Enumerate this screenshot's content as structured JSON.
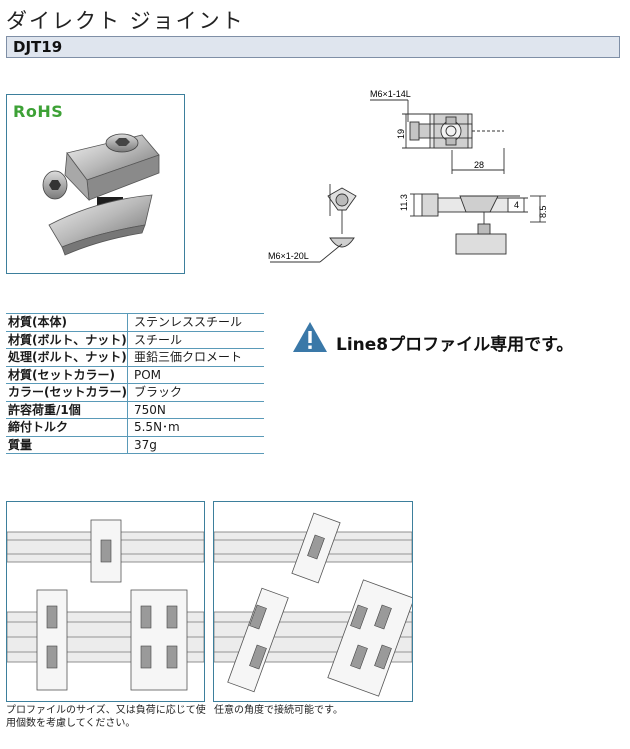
{
  "header": {
    "title": "ダイレクト ジョイント",
    "code": "DJT19"
  },
  "photo": {
    "badge": "RoHS"
  },
  "drawing": {
    "dims": {
      "bolt_top": "M6×1-14L",
      "height_19": "19",
      "width_28": "28",
      "height_11_3": "11.3",
      "dim_4": "4",
      "dim_8_5": "8.5",
      "bolt_bottom": "M6×1-20L"
    }
  },
  "specs": [
    {
      "label": "材質(本体)",
      "value": "ステンレススチール"
    },
    {
      "label": "材質(ボルト、ナット)",
      "value": "スチール"
    },
    {
      "label": "処理(ボルト、ナット)",
      "value": "亜鉛三価クロメート"
    },
    {
      "label": "材質(セットカラー)",
      "value": "POM"
    },
    {
      "label": "カラー(セットカラー)",
      "value": "ブラック"
    },
    {
      "label": "許容荷重/1個",
      "value": "750N"
    },
    {
      "label": "締付トルク",
      "value": "5.5N･m"
    },
    {
      "label": "質量",
      "value": "37g"
    }
  ],
  "note": {
    "icon": "warning-icon",
    "text": "Line8プロファイル専用です。"
  },
  "captions": {
    "left": "プロファイルのサイズ、又は負荷に応じて使用個数を考慮してください。",
    "right": "任意の角度で接続可能です。"
  },
  "colors": {
    "accent_border": "#3d7f9c",
    "code_bar": "#dfe5ee",
    "rohs_green": "#3da136",
    "warning_blue": "#3a78a8"
  }
}
